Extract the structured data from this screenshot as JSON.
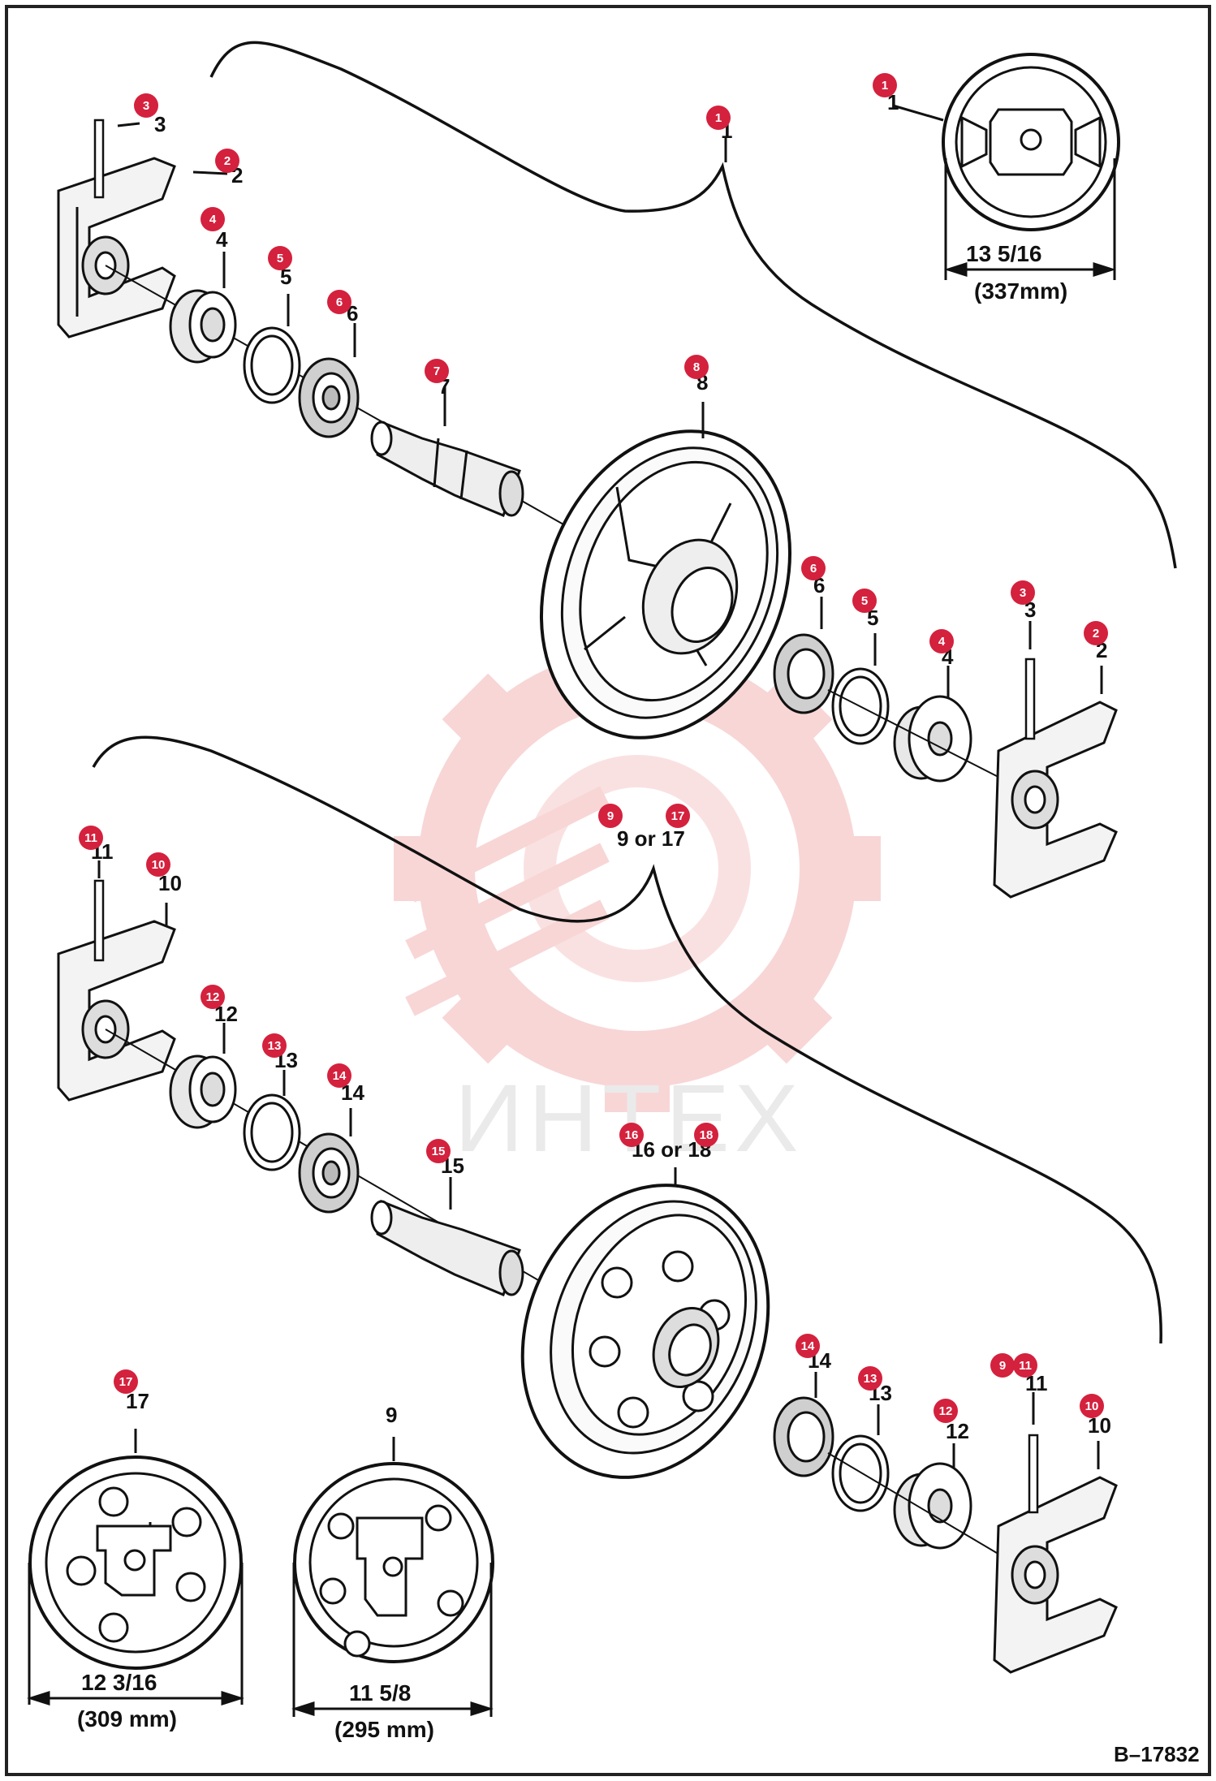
{
  "drawing": {
    "reference": "B–17832",
    "watermark_text": "ИНТЕХ",
    "upper_assembly": {
      "callouts": {
        "c1": "1",
        "c2": "2",
        "c3": "3",
        "c4": "4",
        "c5": "5",
        "c6": "6",
        "c7": "7",
        "c8": "8"
      },
      "inset_label": "1",
      "inset_dim_inch": "13 5/16",
      "inset_dim_mm": "(337mm)"
    },
    "lower_assembly": {
      "group_label": "9 or 17",
      "wheel_label": "16 or 18",
      "callouts": {
        "c10": "10",
        "c11": "11",
        "c12": "12",
        "c13": "13",
        "c14": "14",
        "c15": "15"
      },
      "inset_17_label": "17",
      "inset_17_dim_inch": "12 3/16",
      "inset_17_dim_mm": "(309 mm)",
      "inset_9_label": "9",
      "inset_9_dim_inch": "11 5/8",
      "inset_9_dim_mm": "(295 mm)"
    },
    "badges": [
      "1",
      "1",
      "2",
      "2",
      "3",
      "3",
      "4",
      "4",
      "5",
      "5",
      "6",
      "6",
      "7",
      "8",
      "9",
      "9",
      "10",
      "10",
      "11",
      "11",
      "12",
      "12",
      "13",
      "13",
      "14",
      "14",
      "15",
      "16",
      "17",
      "17",
      "18"
    ],
    "badge_color": "#d4213d"
  }
}
